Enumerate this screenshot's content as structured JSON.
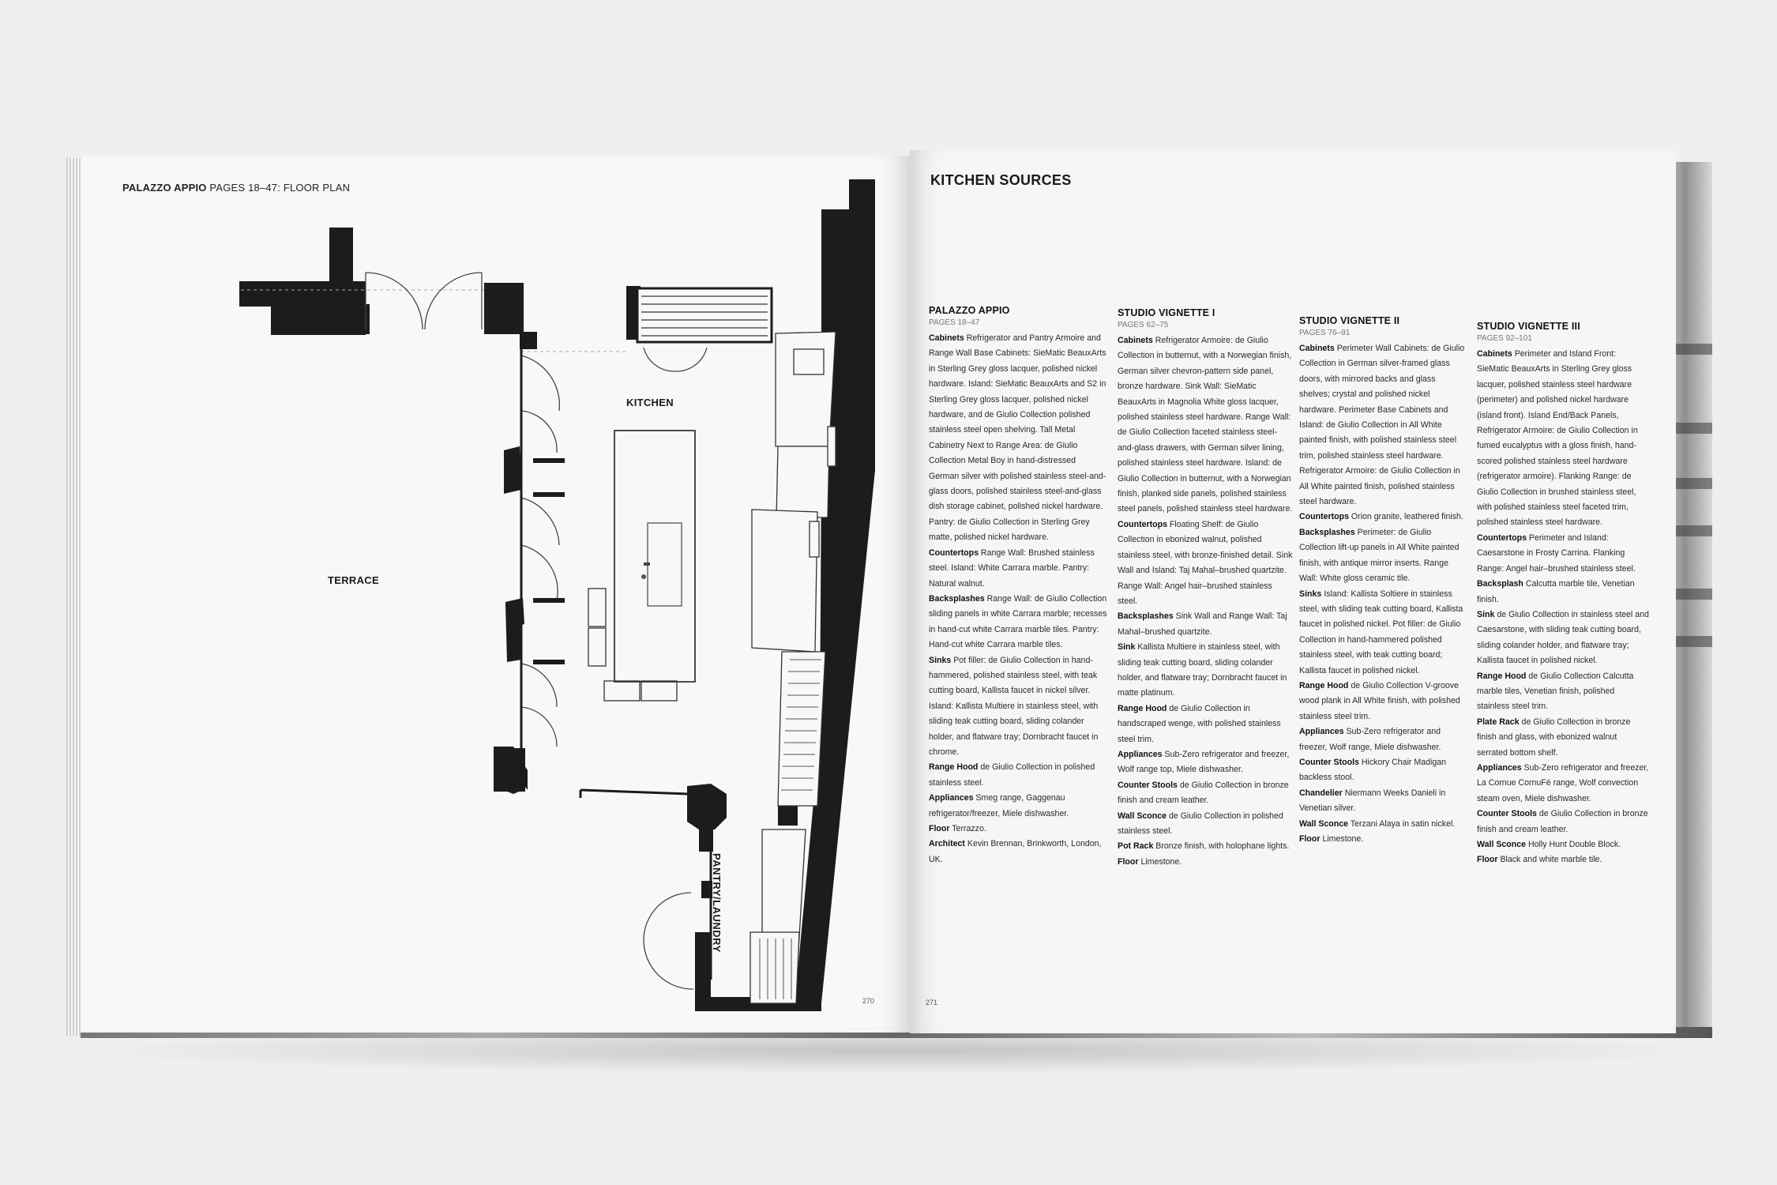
{
  "left_page": {
    "header_bold": "PALAZZO APPIO",
    "header_rest": "PAGES 18–47: FLOOR PLAN",
    "labels": {
      "kitchen": "KITCHEN",
      "terrace": "TERRACE",
      "pantry": "PANTRY/LAUNDRY"
    },
    "folio": "270"
  },
  "right_page": {
    "title": "KITCHEN SOURCES",
    "folio": "271",
    "columns": [
      {
        "name": "PALAZZO APPIO",
        "pages": "PAGES 18–47",
        "entries": [
          {
            "k": "Cabinets",
            "t": "Refrigerator and Pantry Armoire and Range Wall Base Cabinets: SieMatic BeauxArts in Sterling Grey gloss lacquer, polished nickel hardware. Island: SieMatic BeauxArts and S2 in Sterling Grey gloss lacquer, polished nickel hardware, and de Giulio Collection polished stainless steel open shelving. Tall Metal Cabinetry Next to Range Area: de Giulio Collection Metal Boy in hand-distressed German silver with polished stainless steel-and-glass doors, polished stainless steel-and-glass dish storage cabinet, polished nickel hardware. Pantry: de Giulio Collection in Sterling Grey matte, polished nickel hardware."
          },
          {
            "k": "Countertops",
            "t": "Range Wall: Brushed stainless steel. Island: White Carrara marble. Pantry: Natural walnut."
          },
          {
            "k": "Backsplashes",
            "t": "Range Wall: de Giulio Collection sliding panels in white Carrara marble; recesses in hand-cut white Carrara marble tiles. Pantry: Hand-cut white Carrara marble tiles."
          },
          {
            "k": "Sinks",
            "t": "Pot filler: de Giulio Collection in hand-hammered, polished stainless steel, with teak cutting board, Kallista faucet in nickel silver. Island: Kallista Multiere in stainless steel, with sliding teak cutting board, sliding colander holder, and flatware tray; Dornbracht faucet in chrome."
          },
          {
            "k": "Range Hood",
            "t": "de Giulio Collection in polished stainless steel."
          },
          {
            "k": "Appliances",
            "t": "Smeg range, Gaggenau refrigerator/freezer, Miele dishwasher."
          },
          {
            "k": "Floor",
            "t": "Terrazzo."
          },
          {
            "k": "Architect",
            "t": "Kevin Brennan, Brinkworth, London, UK."
          }
        ]
      },
      {
        "name": "STUDIO VIGNETTE I",
        "pages": "PAGES 62–75",
        "entries": [
          {
            "k": "Cabinets",
            "t": "Refrigerator Armoire: de Giulio Collection in butternut, with a Norwegian finish, German silver chevron-pattern side panel, bronze hardware. Sink Wall: SieMatic BeauxArts in Magnolia White gloss lacquer, polished stainless steel hardware. Range Wall: de Giulio Collection faceted stainless steel-and-glass drawers, with German silver lining, polished stainless steel hardware. Island: de Giulio Collection in butternut, with a Norwegian finish, planked side panels, polished stainless steel panels, polished stainless steel hardware."
          },
          {
            "k": "Countertops",
            "t": "Floating Shelf: de Giulio Collection in ebonized walnut, polished stainless steel, with bronze-finished detail. Sink Wall and Island: Taj Mahal–brushed quartzite. Range Wall: Angel hair–brushed stainless steel."
          },
          {
            "k": "Backsplashes",
            "t": "Sink Wall and Range Wall: Taj Mahal–brushed quartzite."
          },
          {
            "k": "Sink",
            "t": "Kallista Multiere in stainless steel, with sliding teak cutting board, sliding colander holder, and flatware tray; Dornbracht faucet in matte platinum."
          },
          {
            "k": "Range Hood",
            "t": "de Giulio Collection in handscraped wenge, with polished stainless steel trim."
          },
          {
            "k": "Appliances",
            "t": "Sub-Zero refrigerator and freezer, Wolf range top, Miele dishwasher."
          },
          {
            "k": "Counter Stools",
            "t": "de Giulio Collection in bronze finish and cream leather."
          },
          {
            "k": "Wall Sconce",
            "t": "de Giulio Collection in polished stainless steel."
          },
          {
            "k": "Pot Rack",
            "t": "Bronze finish, with holophane lights."
          },
          {
            "k": "Floor",
            "t": "Limestone."
          }
        ]
      },
      {
        "name": "STUDIO VIGNETTE II",
        "pages": "PAGES 76–91",
        "entries": [
          {
            "k": "Cabinets",
            "t": "Perimeter Wall Cabinets: de Giulio Collection in German silver-framed glass doors, with mirrored backs and glass shelves; crystal and polished nickel hardware. Perimeter Base Cabinets and Island: de Giulio Collection in All White painted finish, with polished stainless steel trim, polished stainless steel hardware. Refrigerator Armoire: de Giulio Collection in All White painted finish, polished stainless steel hardware."
          },
          {
            "k": "Countertops",
            "t": "Orion granite, leathered finish."
          },
          {
            "k": "Backsplashes",
            "t": "Perimeter: de Giulio Collection lift-up panels in All White painted finish, with antique mirror inserts. Range Wall: White gloss ceramic tile."
          },
          {
            "k": "Sinks",
            "t": "Island: Kallista Soltiere in stainless steel, with sliding teak cutting board, Kallista faucet in polished nickel. Pot filler: de Giulio Collection in hand-hammered polished stainless steel, with teak cutting board; Kallista faucet in polished nickel."
          },
          {
            "k": "Range Hood",
            "t": "de Giulio Collection V-groove wood plank in All White finish, with polished stainless steel trim."
          },
          {
            "k": "Appliances",
            "t": "Sub-Zero refrigerator and freezer, Wolf range, Miele dishwasher."
          },
          {
            "k": "Counter Stools",
            "t": "Hickory Chair Madigan backless stool."
          },
          {
            "k": "Chandelier",
            "t": "Niermann Weeks Danieli in Venetian silver."
          },
          {
            "k": "Wall Sconce",
            "t": "Terzani Alaya in satin nickel."
          },
          {
            "k": "Floor",
            "t": "Limestone."
          }
        ]
      },
      {
        "name": "STUDIO VIGNETTE III",
        "pages": "PAGES 92–101",
        "entries": [
          {
            "k": "Cabinets",
            "t": "Perimeter and Island Front: SieMatic BeauxArts in Sterling Grey gloss lacquer, polished stainless steel hardware (perimeter) and polished nickel hardware (island front). Island End/Back Panels, Refrigerator Armoire: de Giulio Collection in fumed eucalyptus with a gloss finish, hand-scored polished stainless steel hardware (refrigerator armoire). Flanking Range: de Giulio Collection in brushed stainless steel, with polished stainless steel faceted trim, polished stainless steel hardware."
          },
          {
            "k": "Countertops",
            "t": "Perimeter and Island: Caesarstone in Frosty Carrina. Flanking Range: Angel hair–brushed stainless steel."
          },
          {
            "k": "Backsplash",
            "t": "Calcutta marble tile, Venetian finish."
          },
          {
            "k": "Sink",
            "t": "de Giulio Collection in stainless steel and Caesarstone, with sliding teak cutting board, sliding colander holder, and flatware tray; Kallista faucet in polished nickel."
          },
          {
            "k": "Range Hood",
            "t": "de Giulio Collection Calcutta marble tiles, Venetian finish, polished stainless steel trim."
          },
          {
            "k": "Plate Rack",
            "t": "de Giulio Collection in bronze finish and glass, with ebonized walnut serrated bottom shelf."
          },
          {
            "k": "Appliances",
            "t": "Sub-Zero refrigerator and freezer, La Cornue CornuFé range, Wolf convection steam oven, Miele dishwasher."
          },
          {
            "k": "Counter Stools",
            "t": "de Giulio Collection in bronze finish and cream leather."
          },
          {
            "k": "Wall Sconce",
            "t": "Holly Hunt Double Block."
          },
          {
            "k": "Floor",
            "t": "Black and white marble tile."
          }
        ]
      }
    ]
  }
}
